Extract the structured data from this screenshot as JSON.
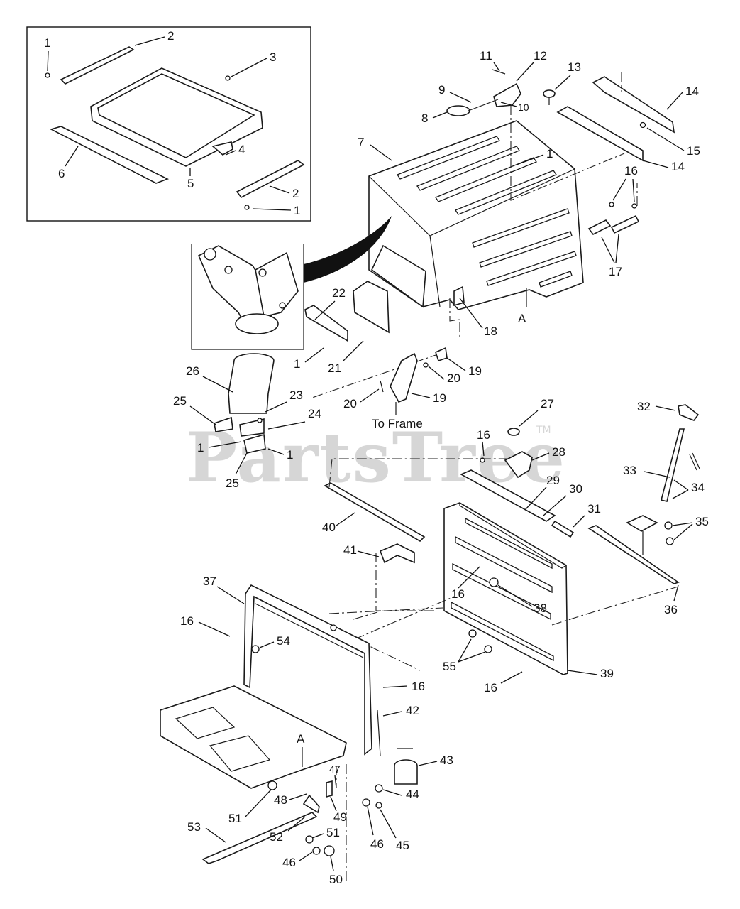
{
  "watermark": {
    "text": "PartsTree",
    "tm": "TM"
  },
  "annotations": {
    "to_frame": "To Frame",
    "ref_a_top": "A",
    "ref_a_bottom": "A"
  },
  "callouts": {
    "c1a": "1",
    "c2a": "2",
    "c3": "3",
    "c4": "4",
    "c5": "5",
    "c6": "6",
    "c2b": "2",
    "c1b": "1",
    "c7": "7",
    "c8": "8",
    "c9": "9",
    "c10": "10",
    "c11": "11",
    "c12": "12",
    "c13": "13",
    "c14a": "14",
    "c14b": "14",
    "c15": "15",
    "c1c": "1",
    "c16a": "16",
    "c17": "17",
    "c18": "18",
    "c22": "22",
    "c21": "21",
    "c1d": "1",
    "c19a": "19",
    "c20a": "20",
    "c20b": "20",
    "c19b": "19",
    "c26": "26",
    "c23": "23",
    "c25a": "25",
    "c24": "24",
    "c1e": "1",
    "c1f": "1",
    "c25b": "25",
    "c27": "27",
    "c32": "32",
    "c16b": "16",
    "c28": "28",
    "c33": "33",
    "c34": "34",
    "c29": "29",
    "c30": "30",
    "c31": "31",
    "c35": "35",
    "c40": "40",
    "c41": "41",
    "c16c": "16",
    "c38": "38",
    "c36": "36",
    "c37": "37",
    "c16d": "16",
    "c54": "54",
    "c55": "55",
    "c16e": "16",
    "c16f": "16",
    "c39": "39",
    "c42": "42",
    "c43": "43",
    "c47": "47",
    "c44": "44",
    "c51a": "51",
    "c48": "48",
    "c49": "49",
    "c46a": "46",
    "c45": "45",
    "c53": "53",
    "c52": "52",
    "c51b": "51",
    "c46b": "46",
    "c50": "50"
  }
}
